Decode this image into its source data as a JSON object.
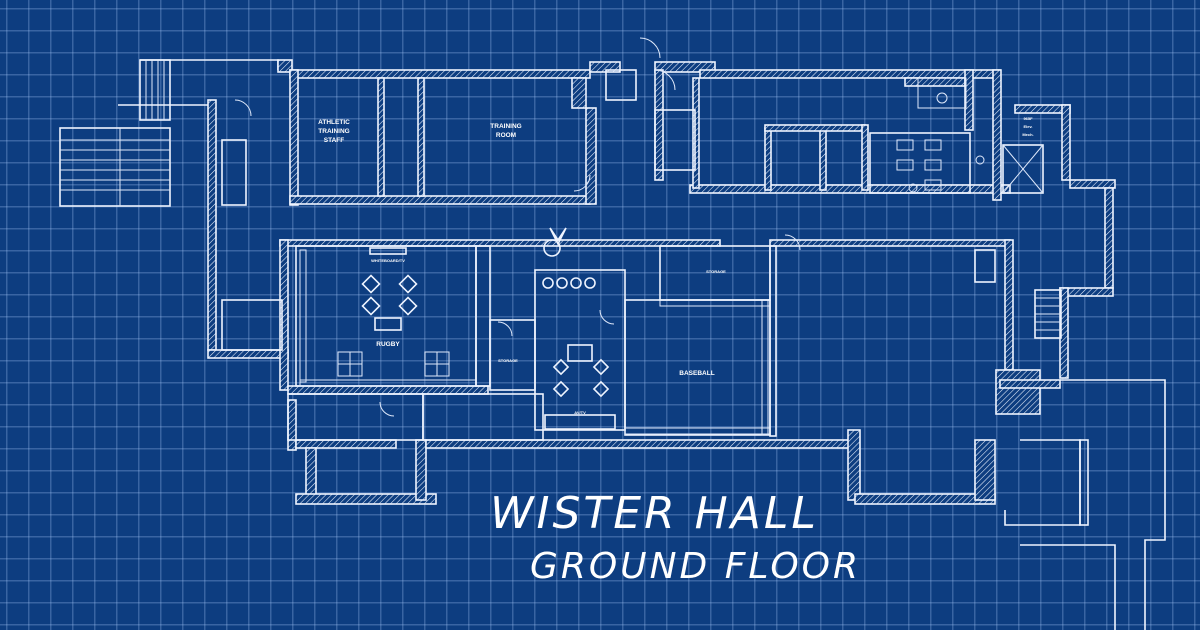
{
  "plan": {
    "title_line1": "WISTER HALL",
    "title_line2": "GROUND FLOOR"
  },
  "rooms": {
    "athletic_training_staff": [
      "ATHLETIC",
      "TRAINING",
      "STAFF"
    ],
    "training_room": [
      "TRAINING",
      "ROOM"
    ],
    "rugby": "RUGBY",
    "baseball": "BASEBALL",
    "whiteboard_tv": "WHITEBOARD/TV",
    "storage_left": "STORAGE",
    "storage_right": "STORAGE",
    "av_tv_lower": "AV/TV",
    "elev_mech": [
      "965F",
      "Elev.",
      "Mech."
    ]
  },
  "colors": {
    "background": "#0d3d80",
    "grid": "#96b9eb",
    "linework": "#eef4ff"
  }
}
